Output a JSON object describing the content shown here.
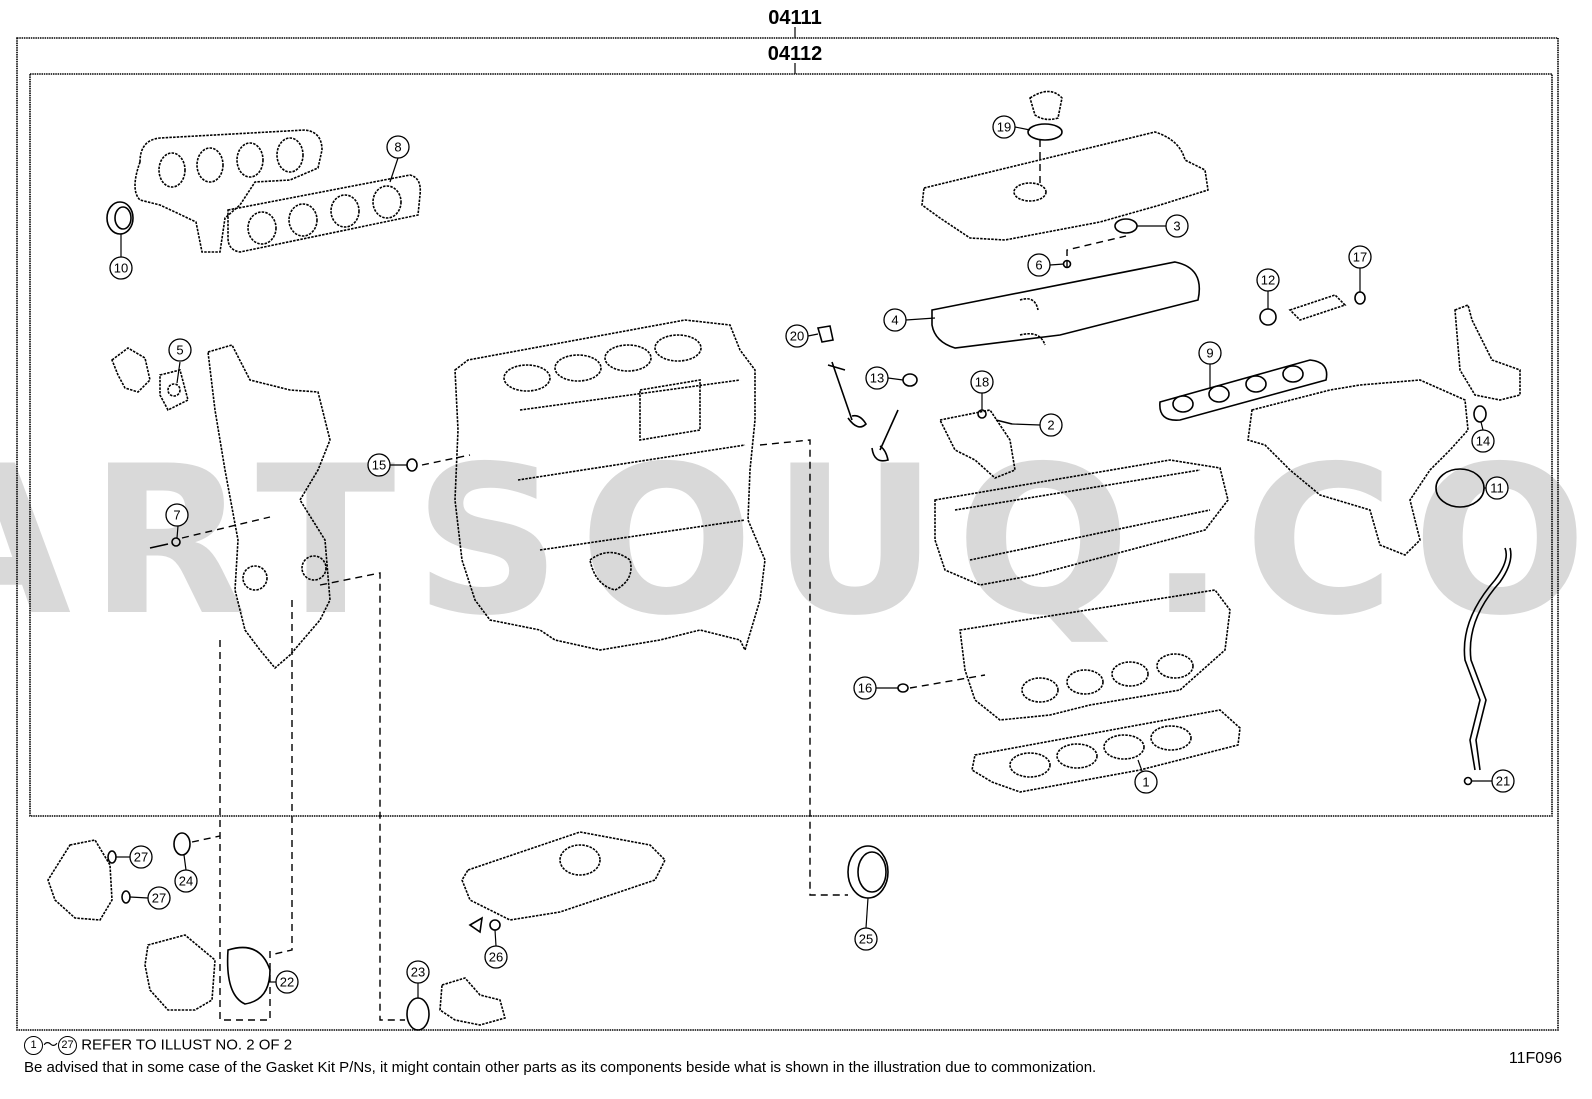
{
  "kit_codes": {
    "outer": "04111",
    "inner": "04112"
  },
  "watermark": "PARTSOUQ.COM",
  "callouts": [
    "1",
    "2",
    "3",
    "4",
    "5",
    "6",
    "7",
    "8",
    "9",
    "10",
    "11",
    "12",
    "13",
    "14",
    "15",
    "16",
    "17",
    "18",
    "19",
    "20",
    "21",
    "22",
    "23",
    "24",
    "25",
    "26",
    "27"
  ],
  "footer": {
    "range_start": "1",
    "range_tilde": "～",
    "range_end": "27",
    "note": "REFER TO ILLUST NO. 2 OF 2",
    "disclaimer": "Be advised that in some case of the Gasket Kit P/Ns,  it might contain other parts as its components beside what is shown in the illustration due to commonization."
  },
  "illustration_code": "11F096"
}
